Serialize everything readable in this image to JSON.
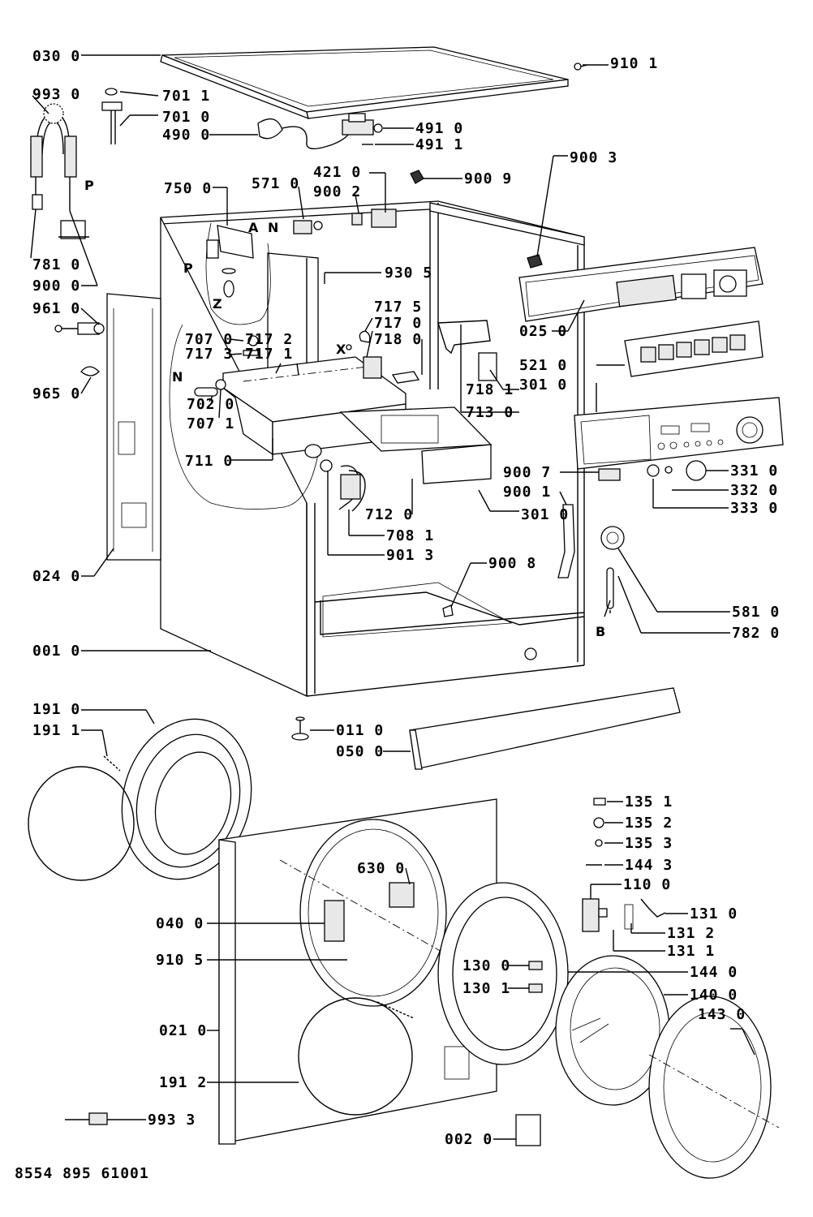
{
  "diagram_code": "8554 895 61001",
  "parts": [
    {
      "id": "p0300",
      "label": "030 0"
    },
    {
      "id": "p9101",
      "label": "910 1"
    },
    {
      "id": "p9930",
      "label": "993 0"
    },
    {
      "id": "p7011",
      "label": "701 1"
    },
    {
      "id": "p7010",
      "label": "701 0"
    },
    {
      "id": "p4900",
      "label": "490 0"
    },
    {
      "id": "p4910",
      "label": "491 0"
    },
    {
      "id": "p4911",
      "label": "491 1"
    },
    {
      "id": "p4210",
      "label": "421 0"
    },
    {
      "id": "p9002",
      "label": "900 2"
    },
    {
      "id": "p9009",
      "label": "900 9"
    },
    {
      "id": "p5710",
      "label": "571 0"
    },
    {
      "id": "p7500",
      "label": "750 0"
    },
    {
      "id": "p9003",
      "label": "900 3"
    },
    {
      "id": "p7810",
      "label": "781 0"
    },
    {
      "id": "p9000",
      "label": "900 0"
    },
    {
      "id": "p9305",
      "label": "930 5"
    },
    {
      "id": "p9610",
      "label": "961 0"
    },
    {
      "id": "p7175",
      "label": "717 5"
    },
    {
      "id": "p7170",
      "label": "717 0"
    },
    {
      "id": "p7180",
      "label": "718 0"
    },
    {
      "id": "p0250",
      "label": "025 0"
    },
    {
      "id": "p7070",
      "label": "707 0"
    },
    {
      "id": "p7172",
      "label": "717 2"
    },
    {
      "id": "p7173",
      "label": "717 3"
    },
    {
      "id": "p7171",
      "label": "717 1"
    },
    {
      "id": "p5210",
      "label": "521 0"
    },
    {
      "id": "p9650",
      "label": "965 0"
    },
    {
      "id": "p7181",
      "label": "718 1"
    },
    {
      "id": "p3010a",
      "label": "301 0"
    },
    {
      "id": "p7020",
      "label": "702 0"
    },
    {
      "id": "p7130",
      "label": "713 0"
    },
    {
      "id": "p7071",
      "label": "707 1"
    },
    {
      "id": "p7110",
      "label": "711 0"
    },
    {
      "id": "p9007",
      "label": "900 7"
    },
    {
      "id": "p3310",
      "label": "331 0"
    },
    {
      "id": "p9001",
      "label": "900 1"
    },
    {
      "id": "p3320",
      "label": "332 0"
    },
    {
      "id": "p7120",
      "label": "712 0"
    },
    {
      "id": "p3010b",
      "label": "301 0"
    },
    {
      "id": "p3330",
      "label": "333 0"
    },
    {
      "id": "p7081",
      "label": "708 1"
    },
    {
      "id": "p9013",
      "label": "901 3"
    },
    {
      "id": "p0240",
      "label": "024 0"
    },
    {
      "id": "p9008",
      "label": "900 8"
    },
    {
      "id": "p5810",
      "label": "581 0"
    },
    {
      "id": "p7820",
      "label": "782 0"
    },
    {
      "id": "p0010",
      "label": "001 0"
    },
    {
      "id": "p1910",
      "label": "191 0"
    },
    {
      "id": "p1911",
      "label": "191 1"
    },
    {
      "id": "p0110",
      "label": "011 0"
    },
    {
      "id": "p0500",
      "label": "050 0"
    },
    {
      "id": "p1351",
      "label": "135 1"
    },
    {
      "id": "p1352",
      "label": "135 2"
    },
    {
      "id": "p1353",
      "label": "135 3"
    },
    {
      "id": "p1443",
      "label": "144 3"
    },
    {
      "id": "p1100",
      "label": "110 0"
    },
    {
      "id": "p6300",
      "label": "630 0"
    },
    {
      "id": "p1310",
      "label": "131 0"
    },
    {
      "id": "p0400",
      "label": "040 0"
    },
    {
      "id": "p1312",
      "label": "131 2"
    },
    {
      "id": "p1311",
      "label": "131 1"
    },
    {
      "id": "p9105",
      "label": "910 5"
    },
    {
      "id": "p1300",
      "label": "130 0"
    },
    {
      "id": "p1440",
      "label": "144 0"
    },
    {
      "id": "p1301",
      "label": "130 1"
    },
    {
      "id": "p1400",
      "label": "140 0"
    },
    {
      "id": "p1430",
      "label": "143 0"
    },
    {
      "id": "p0210",
      "label": "021 0"
    },
    {
      "id": "p1912",
      "label": "191 2"
    },
    {
      "id": "p9933",
      "label": "993 3"
    },
    {
      "id": "p0020",
      "label": "002 0"
    }
  ],
  "markers": {
    "P1": "P",
    "A": "A",
    "N1": "N",
    "P2": "P",
    "Z": "Z",
    "X": "X",
    "N2": "N",
    "B": "B"
  },
  "colors": {
    "line": "#000000",
    "background": "#ffffff"
  }
}
